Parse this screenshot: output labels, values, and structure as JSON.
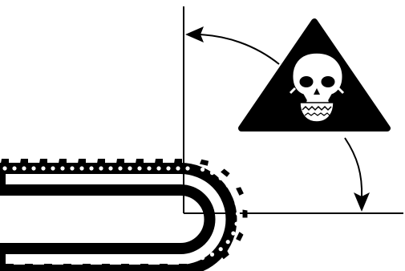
{
  "diagram": {
    "type": "kickback-hazard-zone",
    "colors": {
      "ink": "#000000",
      "paper": "#ffffff"
    },
    "icons": {
      "warning": "skull-warning-icon",
      "chain": "saw-chain",
      "arrows": [
        "curved-arrow-left",
        "curved-arrow-down"
      ]
    }
  }
}
